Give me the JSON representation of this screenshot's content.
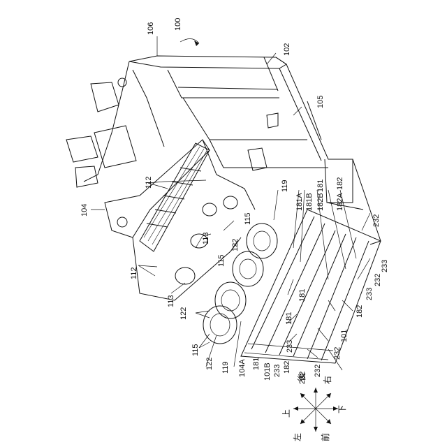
{
  "figure": {
    "assembly_ref": "100",
    "parts": {
      "p106": "106",
      "p102": "102",
      "p105": "105",
      "p104": "104",
      "p112": "112",
      "p113": "113",
      "p115": "115",
      "p119": "119",
      "p122": "122",
      "p181": "181",
      "p181A": "181A",
      "p181B": "181B",
      "p182": "182",
      "p182A": "182A",
      "p182B": "182B",
      "p232": "232",
      "p233": "233",
      "p101": "101",
      "p101B": "101B",
      "p104A": "104A"
    }
  },
  "compass": {
    "up": "上",
    "down": "下",
    "left": "左",
    "right": "右",
    "front": "前",
    "back": "後"
  }
}
